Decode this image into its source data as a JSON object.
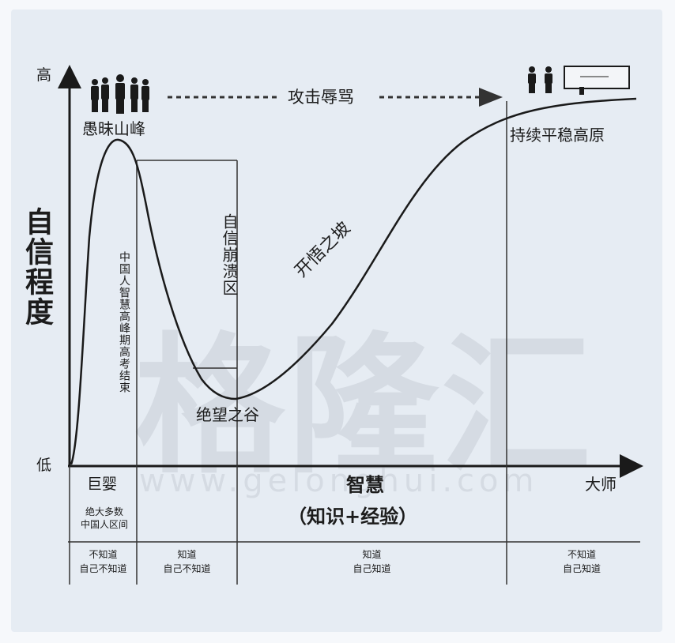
{
  "diagram": {
    "y_axis": {
      "label": "自信程度",
      "high": "高",
      "low": "低"
    },
    "x_axis": {
      "label_line1": "智慧",
      "label_line2": "（知识+经验）",
      "end": "大师"
    },
    "arrow_label": "攻击辱骂",
    "regions": {
      "peak": "愚昧山峰",
      "collapse": "自信崩溃区",
      "valley": "绝望之谷",
      "slope": "开悟之坡",
      "plateau": "持续平稳高原"
    },
    "vertical_note": "中国人智慧高峰期高考结束",
    "below_axis": {
      "col1_title": "巨婴",
      "col1_note": [
        "绝大多数",
        "中国人区间"
      ],
      "stages": [
        [
          "不知道",
          "自己不知道"
        ],
        [
          "知道",
          "自己不知道"
        ],
        [
          "知道",
          "自己知道"
        ],
        [
          "不知道",
          "自己知道"
        ]
      ]
    },
    "watermark": {
      "main": "格隆汇",
      "url": "www.gelonghui.com"
    },
    "colors": {
      "line": "#1a1a1a",
      "panel": "#e6ecf3",
      "watermark": "#c8ced6"
    }
  }
}
